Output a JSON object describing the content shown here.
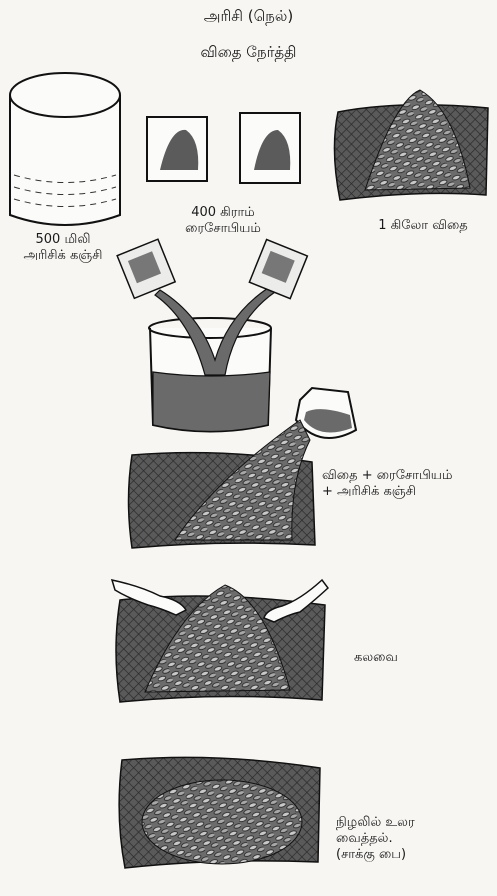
{
  "header": {
    "title": "அரிசி (நெல்)",
    "subtitle": "விதை நேர்த்தி"
  },
  "steps": {
    "rice_water": "500 மிலி\nஅரிசிக் கஞ்சி",
    "rhizobium": "400 கிராம்\nரைசோபியம்",
    "seed": "1 கிலோ விதை",
    "mix_label": "விதை + ரைசோபியம்\n+ அரிசிக் கஞ்சி",
    "blend": "கலவை",
    "dry": "நிழலில் உலர\nவைத்தல்.\n(சாக்கு பை)"
  }
}
